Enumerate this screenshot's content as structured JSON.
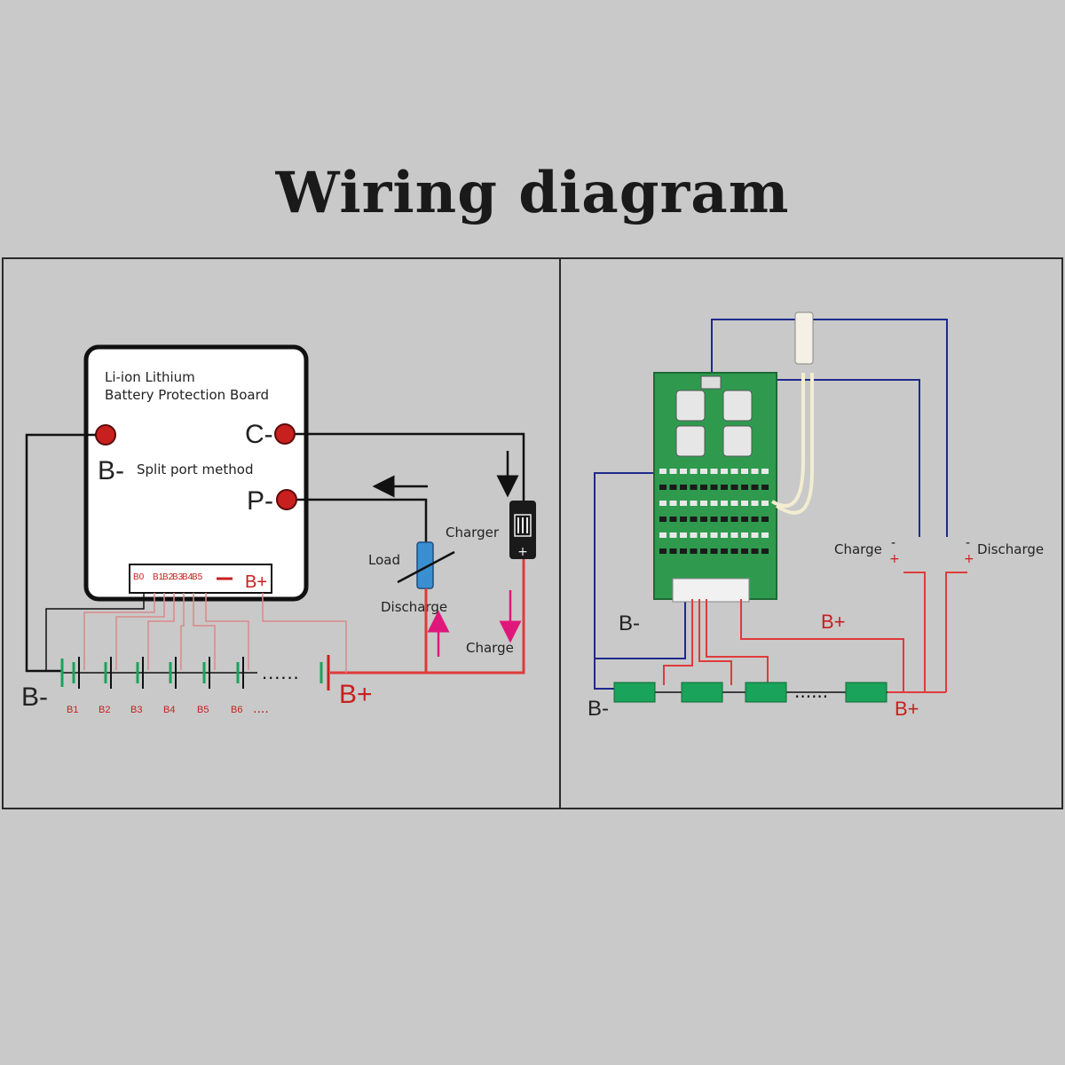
{
  "title": "Wiring diagram",
  "left": {
    "board_title_line1": "Li-ion Lithium",
    "board_title_line2": "Battery Protection Board",
    "method": "Split port method",
    "terminal_b_minus": "B-",
    "terminal_c_minus": "C-",
    "terminal_p_minus": "P-",
    "connector_b0": "B0",
    "connector_b_plus": "B+",
    "connector_pins": [
      "B1",
      "B2",
      "B3",
      "B4",
      "B5"
    ],
    "charger": "Charger",
    "load": "Load",
    "discharge": "Discharge",
    "charge": "Charge",
    "bottom_b_minus": "B-",
    "bottom_b_plus": "B+",
    "cells": [
      "B1",
      "B2",
      "B3",
      "B4",
      "B5",
      "B6"
    ],
    "cells_more": "....",
    "dots": "......"
  },
  "right": {
    "charge": "Charge",
    "discharge": "Discharge",
    "b_minus_top": "B-",
    "b_plus_top": "B+",
    "b_minus_bottom": "B-",
    "b_plus_bottom": "B+",
    "minus_sign": "-",
    "plus_sign": "+"
  },
  "colors": {
    "red_wire": "#e03a3a",
    "pink_wire": "#d98a8a",
    "blue_wire": "#1e2a8c",
    "terminal_red": "#c8201f",
    "cell_green": "#1aa35a",
    "board_green": "#2f9a4e",
    "arrow_magenta": "#e0177a"
  }
}
